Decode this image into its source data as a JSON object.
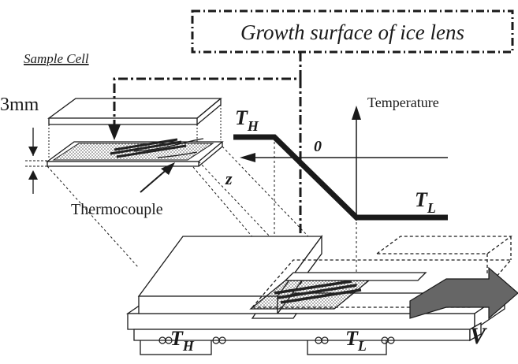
{
  "diagram": {
    "growth_surface_label": "Growth surface of ice lens",
    "sample_cell_label": "Sample Cell",
    "gap_label": "3mm",
    "thermocouple_label": "Thermocouple",
    "temperature_axis_label": "Temperature",
    "origin_label": "0",
    "z_label": "z",
    "t_high": {
      "main": "T",
      "sub": "H"
    },
    "t_low": {
      "main": "T",
      "sub": "L"
    },
    "velocity_label": "V"
  },
  "colors": {
    "ink": "#1a1a1a",
    "dots": "#555555",
    "arrow_fill": "#666666",
    "background": "#ffffff"
  }
}
